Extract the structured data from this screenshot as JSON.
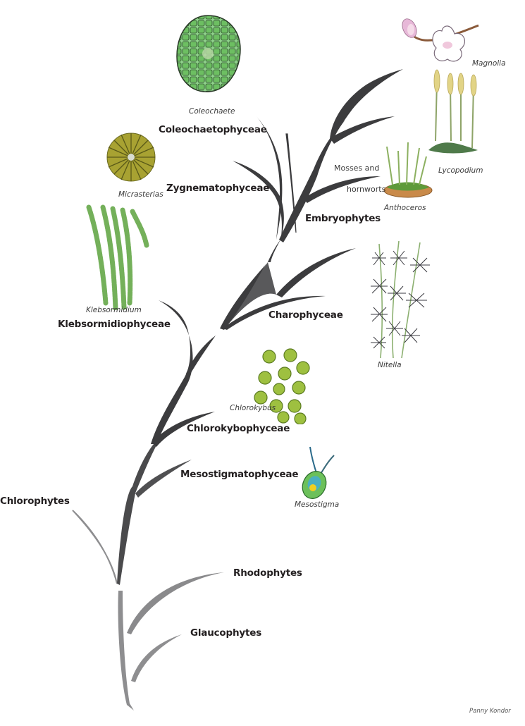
{
  "diagram": {
    "type": "phylogenetic-tree",
    "subject": "Plant and algal lineages (Archaeplastida / Streptophytes)",
    "clades": [
      {
        "id": "embryophytes",
        "label": "Embryophytes"
      },
      {
        "id": "coleochaetophyceae",
        "label": "Coleochaetophyceae"
      },
      {
        "id": "zygnematophyceae",
        "label": "Zygnematophyceae"
      },
      {
        "id": "charophyceae",
        "label": "Charophyceae"
      },
      {
        "id": "klebsormidiophyceae",
        "label": "Klebsormidiophyceae"
      },
      {
        "id": "chlorokybophyceae",
        "label": "Chlorokybophyceae"
      },
      {
        "id": "mesostigmatophyceae",
        "label": "Mesostigmatophyceae"
      },
      {
        "id": "chlorophytes",
        "label": "Chlorophytes"
      },
      {
        "id": "rhodophytes",
        "label": "Rhodophytes"
      },
      {
        "id": "glaucophytes",
        "label": "Glaucophytes"
      }
    ],
    "sub_labels": {
      "mosses_line1": "Mosses and",
      "mosses_line2": "hornworts"
    },
    "species": [
      {
        "id": "magnolia",
        "label": "Magnolia",
        "clade": "embryophytes"
      },
      {
        "id": "lycopodium",
        "label": "Lycopodium",
        "clade": "embryophytes"
      },
      {
        "id": "anthoceros",
        "label": "Anthoceros",
        "clade": "embryophytes"
      },
      {
        "id": "coleochaete",
        "label": "Coleochaete",
        "clade": "coleochaetophyceae"
      },
      {
        "id": "micrasterias",
        "label": "Micrasterias",
        "clade": "zygnematophyceae"
      },
      {
        "id": "klebsormidium",
        "label": "Klebsormidium",
        "clade": "klebsormidiophyceae"
      },
      {
        "id": "nitella",
        "label": "Nitella",
        "clade": "charophyceae"
      },
      {
        "id": "chlorokybus",
        "label": "Chlorokybus",
        "clade": "chlorokybophyceae"
      },
      {
        "id": "mesostigma",
        "label": "Mesostigma",
        "clade": "mesostigmatophyceae"
      }
    ],
    "credit": "Panny Kondor",
    "colors": {
      "branch_dark": "#3c3c3e",
      "branch_mid": "#606062",
      "branch_light": "#8e8e90",
      "label": "#231f20",
      "cell_green": "#6fbf5a",
      "desmid_olive": "#a8a232"
    }
  }
}
